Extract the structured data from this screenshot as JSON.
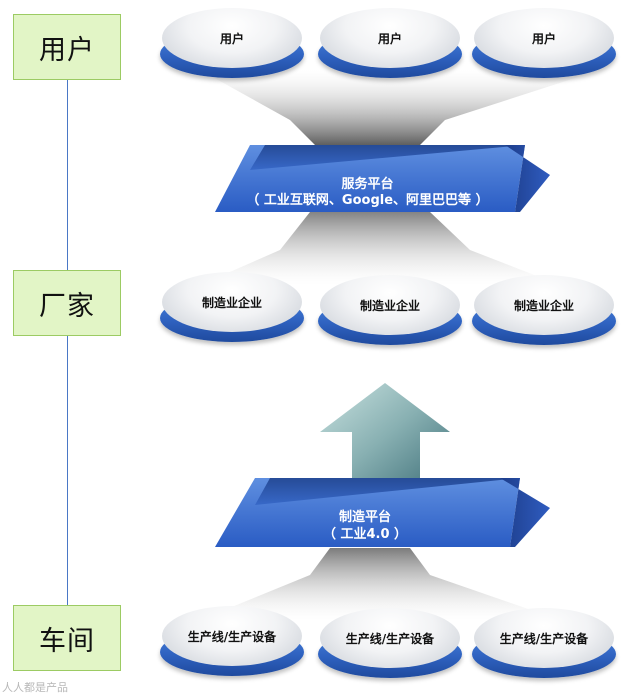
{
  "levels": {
    "users": "用户",
    "factory": "厂家",
    "workshop": "车间"
  },
  "users": [
    "用户",
    "用户",
    "用户"
  ],
  "service_platform": {
    "title": "服务平台",
    "subtitle": "（ 工业互联网、Google、阿里巴巴等 ）"
  },
  "enterprises": [
    "制造业企业",
    "制造业企业",
    "制造业企业"
  ],
  "manufacturing_platform": {
    "title": "制造平台",
    "subtitle": "（ 工业4.0 ）"
  },
  "devices": [
    "生产线/生产设备",
    "生产线/生产设备",
    "生产线/生产设备"
  ],
  "watermark": "人人都是产品",
  "colors": {
    "level_fill": "#e2f5c6",
    "level_border": "#9ccb63",
    "platform_blue": "#2b5bbf",
    "disc_blue": "#2f62c0",
    "arrow_teal": "#6f9aa0"
  }
}
